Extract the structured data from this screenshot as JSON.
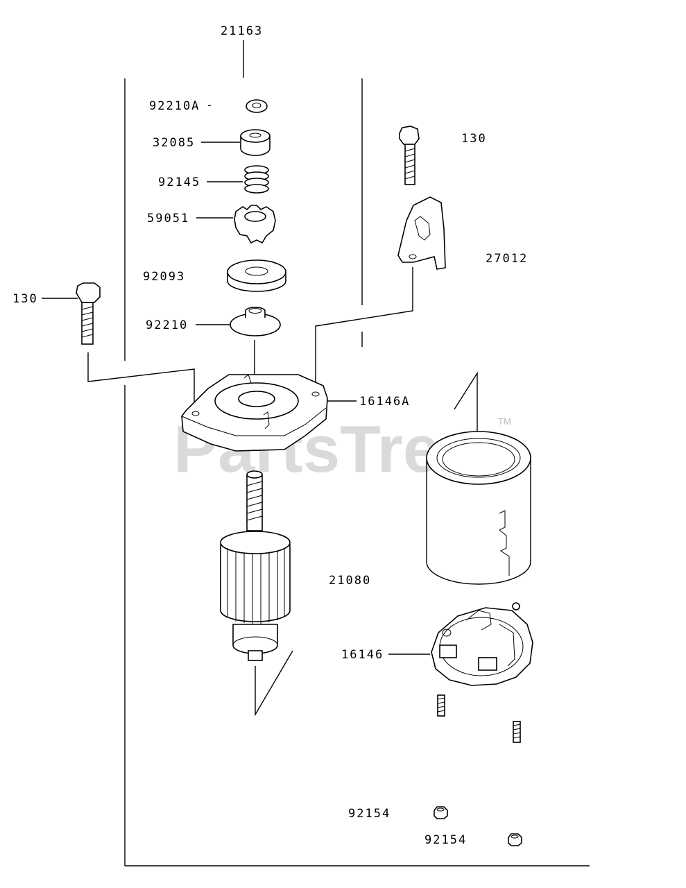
{
  "diagram": {
    "watermark": "PartsTree",
    "trademark": "TM",
    "labels": {
      "assembly": "21163",
      "nut": "92210A",
      "collar": "32085",
      "spring": "92145",
      "pinion": "59051",
      "washer": "92093",
      "stop_nut": "92210",
      "bolt_left": "130",
      "bolt_right": "130",
      "bracket": "27012",
      "front_cover": "16146A",
      "armature": "21080",
      "rear_cover": "16146",
      "brush_a": "92154",
      "brush_b": "92154"
    }
  }
}
